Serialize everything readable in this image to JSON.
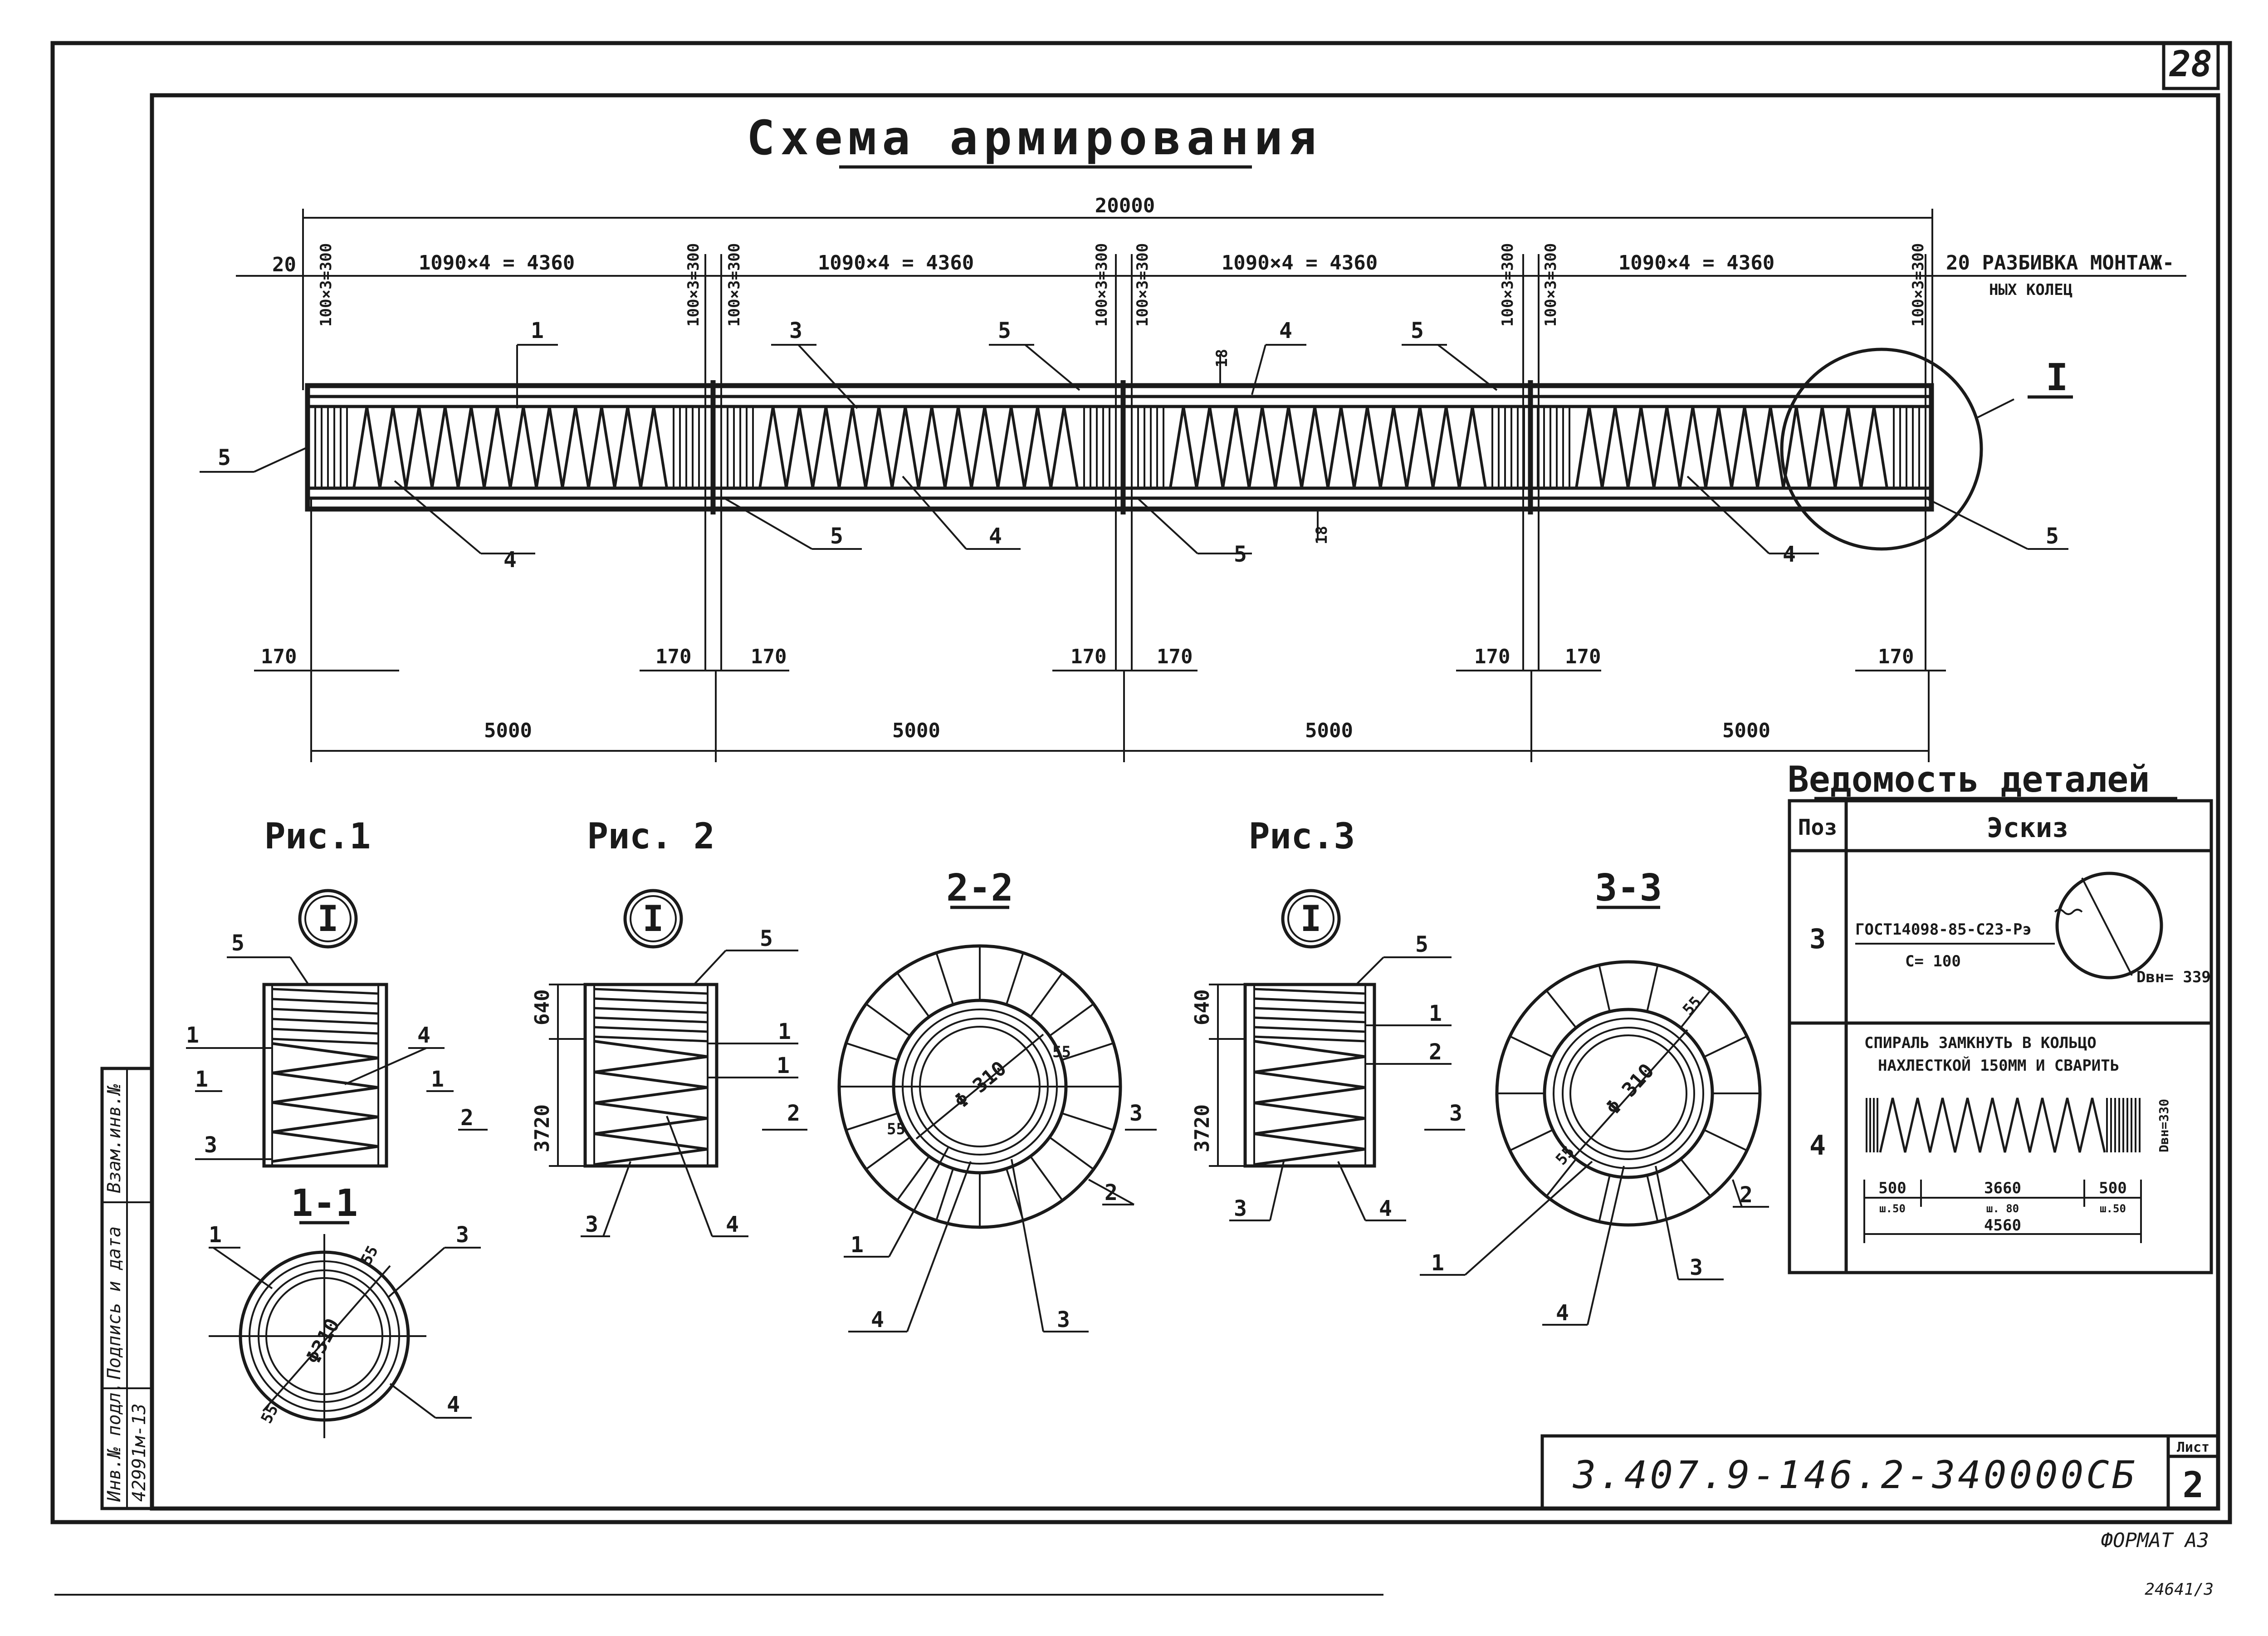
{
  "sheet": {
    "number": "28",
    "title": "Схема армирования",
    "format": "ФОРМАТ А3",
    "inventory_bottom": "24641/3"
  },
  "scheme": {
    "total_length": "20000",
    "segment_spacing": [
      "1090×4 = 4360",
      "1090×4 = 4360",
      "1090×4 = 4360",
      "1090×4 = 4360"
    ],
    "end_gap": "20",
    "end_pitch": "100×3=300",
    "mounting_rings_note_line1": "20 РАЗБИВКА МОНТАЖ-",
    "mounting_rings_note_line2": "НЫХ КОЛЕЦ",
    "edge_offset": "170",
    "segment_length": [
      "5000",
      "5000",
      "5000",
      "5000"
    ],
    "cover": "18",
    "detail_ref": "I",
    "labels": {
      "p1": "1",
      "p3": "3",
      "p4": "4",
      "p5": "5"
    }
  },
  "figures": {
    "fig1": {
      "title": "Рис.1",
      "callout": "I",
      "section_title": "1-1",
      "cut_mark": "1"
    },
    "fig2": {
      "title": "Рис. 2",
      "callout": "I",
      "dim_top": "640",
      "dim_bottom": "3720",
      "cut_mark": "2"
    },
    "fig3": {
      "title": "Рис.3",
      "callout": "I",
      "dim_top": "640",
      "dim_bottom": "3720",
      "cut_mark": "3"
    },
    "section22": {
      "title": "2-2",
      "diameter": "Φ 310",
      "cover": "55"
    },
    "section33": {
      "title": "3-3",
      "diameter": "Φ 310",
      "cover": "55"
    },
    "section11": {
      "diameter": "Φ310",
      "cover": "55"
    }
  },
  "details_table": {
    "title": "Ведомость деталей",
    "col_pos": "Поз",
    "col_sketch": "Эскиз",
    "rows": [
      {
        "pos": "3",
        "spec_line1": "ГОСТ14098-85-С23-Рэ",
        "spec_line2": "С= 100",
        "dim": "Dвн= 339"
      },
      {
        "pos": "4",
        "note_line1": "СПИРАЛЬ ЗАМКНУТЬ В КОЛЬЦО",
        "note_line2": "НАХЛЕСТКОЙ 150ММ И СВАРИТЬ",
        "dims": [
          "500",
          "3660",
          "500"
        ],
        "pitches": [
          "ш.50",
          "ш. 80",
          "ш.50"
        ],
        "total": "4560",
        "dia": "Dвн=330"
      }
    ]
  },
  "title_block": {
    "code": "3.407.9-146.2-340000СБ",
    "sheet_label": "Лист",
    "sheet_no": "2"
  },
  "side_stamp": {
    "inv": "Инв.№ подл.",
    "sign": "Подпись и дата",
    "swap": "Взам.инв.№",
    "value": "42991м-13"
  }
}
